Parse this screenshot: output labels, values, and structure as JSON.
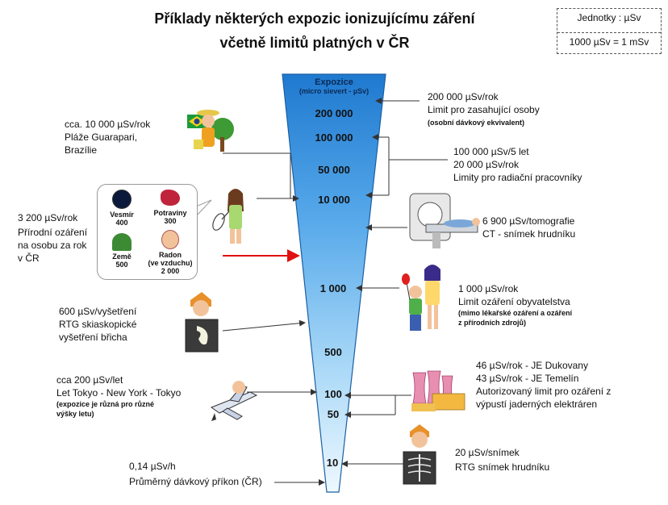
{
  "title": {
    "line1": "Příklady některých expozic ionizujícímu záření",
    "line2": "včetně limitů platných v ČR"
  },
  "units": {
    "line1": "Jednotky :  µSv",
    "line2": "1000 µSv = 1 mSv"
  },
  "funnel": {
    "heading": "Expozice",
    "subheading": "(micro sievert - µSv)",
    "scale": [
      "200 000",
      "100 000",
      "50 000",
      "10 000",
      "1 000",
      "500",
      "100",
      "50",
      "10"
    ]
  },
  "left": {
    "brazil": {
      "dose": "cca. 10 000 µSv/rok",
      "line2": "Pláže Guarapari,",
      "line3": "Brazílie"
    },
    "natural": {
      "dose": "3 200 µSv/rok",
      "line2": "Přírodní ozáření",
      "line3": "na osobu za rok",
      "line4": "v ČR"
    },
    "xray_abdomen": {
      "dose": "600 µSv/vyšetření",
      "line2": "RTG skiaskopické",
      "line3": "vyšetření břicha"
    },
    "flight": {
      "dose": "cca  200 µSv/let",
      "line2": "Let Tokyo - New York - Tokyo",
      "note1": "(expozice je různá pro různé",
      "note2": " výšky letu)"
    },
    "background": {
      "dose": "0,14 µSv/h",
      "line2": "Průměrný dávkový příkon (ČR)"
    }
  },
  "bubble": {
    "space": {
      "name": "Vesmír",
      "value": "400"
    },
    "food": {
      "name": "Potraviny",
      "value": "300"
    },
    "earth": {
      "name": "Země",
      "value": "500"
    },
    "radon": {
      "name": "Radon",
      "sub": "(ve vzduchu)",
      "value": "2 000"
    }
  },
  "right": {
    "emergency": {
      "dose": "200 000 µSv/rok",
      "line2": "Limit pro zasahující osoby",
      "note": "(osobní dávkový ekvivalent)"
    },
    "workers": {
      "dose1": "100 000 µSv/5 let",
      "dose2": "20 000  µSv/rok",
      "line3": "Limity pro radiační pracovníky"
    },
    "ct": {
      "dose": "6 900 µSv/tomografie",
      "line2": "CT - snímek hrudníku"
    },
    "public": {
      "dose": "1 000 µSv/rok",
      "line2": "Limit ozáření obyvatelstva",
      "note1": "(mimo lékařské ozáření a ozáření",
      "note2": " z přírodních zdrojů)"
    },
    "npp": {
      "dose1": "46 µSv/rok - JE Dukovany",
      "dose2": "43 µSv/rok - JE Temelín",
      "line3": "Autorizovaný limit pro ozáření z",
      "line4": "výpustí jaderných elektráren"
    },
    "chest": {
      "dose": "20 µSv/snímek",
      "line2": "RTG snímek hrudníku"
    }
  },
  "colors": {
    "funnel_top": "#2a7fd0",
    "funnel_bottom": "#eaf6ff",
    "arrow_red": "#e01010",
    "line": "#333333"
  }
}
